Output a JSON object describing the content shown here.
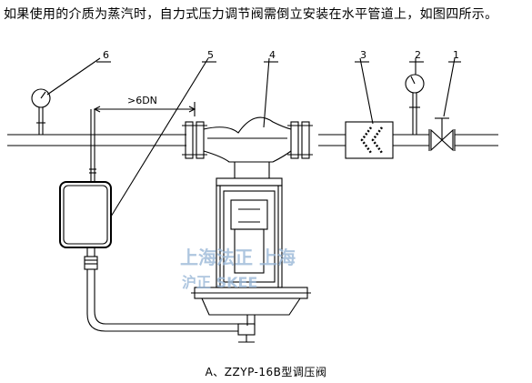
{
  "intro_text": "如果使用的介质为蒸汽时，自力式压力调节阀需倒立安装在水平管道上，如图四所示。",
  "caption": "A、ZZYP-16B型调压阀",
  "dimension_label": ">6DN",
  "callouts": [
    "1",
    "2",
    "3",
    "4",
    "5",
    "6"
  ],
  "watermark": {
    "line1": "上海法正 上海",
    "line2": "沪正 SKEE"
  }
}
